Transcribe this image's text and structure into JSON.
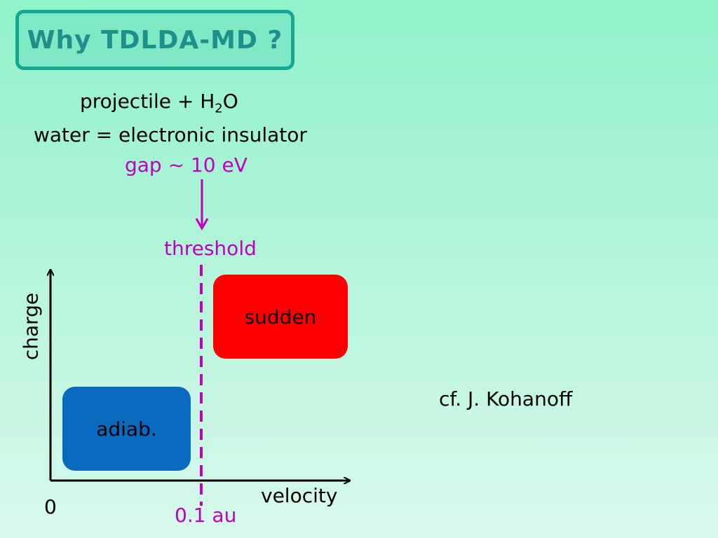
{
  "title": "Why TDLDA-MD ?",
  "header": {
    "line1_prefix": "projectile + H",
    "line1_sub": "2",
    "line1_suffix": "O",
    "line2": "water = electronic insulator",
    "line3": "gap ~ 10 eV"
  },
  "diagram": {
    "threshold_label": "threshold",
    "y_axis_label": "charge",
    "x_axis_label": "velocity",
    "origin_label": "0",
    "threshold_value_label": "0.1 au",
    "regions": {
      "sudden": "sudden",
      "adiabatic": "adiab."
    }
  },
  "reference": "cf. J. Kohanoff",
  "colors": {
    "accent_magenta": "#c000c0",
    "sudden_fill": "#ff0000",
    "adiabatic_fill": "#0a6ac0",
    "title_border": "#16a696",
    "title_text": "#1f8f89"
  }
}
